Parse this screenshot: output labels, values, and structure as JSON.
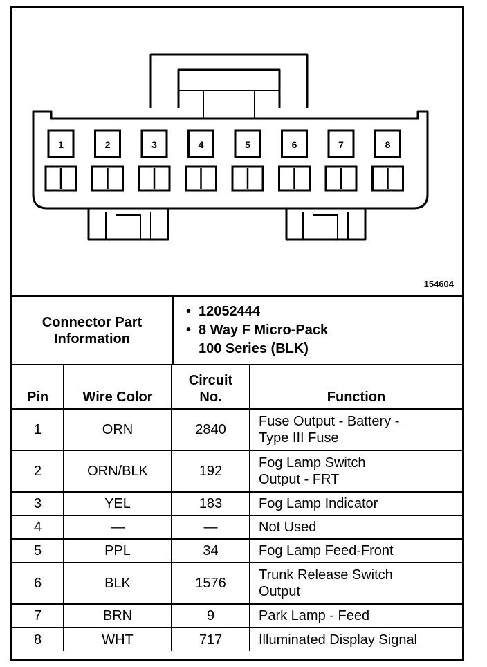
{
  "figure_id": "154604",
  "connector_info": {
    "label": "Connector Part\nInformation",
    "items": [
      "12052444",
      "8 Way F Micro-Pack\n100 Series (BLK)"
    ]
  },
  "connector_pins": [
    "1",
    "2",
    "3",
    "4",
    "5",
    "6",
    "7",
    "8"
  ],
  "table": {
    "headers": {
      "pin": "Pin",
      "wire_color": "Wire Color",
      "circuit": "Circuit\nNo.",
      "function": "Function"
    },
    "rows": [
      {
        "pin": "1",
        "wire_color": "ORN",
        "circuit": "2840",
        "function": "Fuse Output - Battery -\nType III Fuse"
      },
      {
        "pin": "2",
        "wire_color": "ORN/BLK",
        "circuit": "192",
        "function": "Fog Lamp Switch\nOutput - FRT"
      },
      {
        "pin": "3",
        "wire_color": "YEL",
        "circuit": "183",
        "function": "Fog Lamp Indicator"
      },
      {
        "pin": "4",
        "wire_color": "—",
        "circuit": "—",
        "function": "Not Used"
      },
      {
        "pin": "5",
        "wire_color": "PPL",
        "circuit": "34",
        "function": "Fog Lamp Feed-Front"
      },
      {
        "pin": "6",
        "wire_color": "BLK",
        "circuit": "1576",
        "function": "Trunk Release Switch\nOutput"
      },
      {
        "pin": "7",
        "wire_color": "BRN",
        "circuit": "9",
        "function": "Park Lamp - Feed"
      },
      {
        "pin": "8",
        "wire_color": "WHT",
        "circuit": "717",
        "function": "Illuminated Display Signal"
      }
    ]
  }
}
